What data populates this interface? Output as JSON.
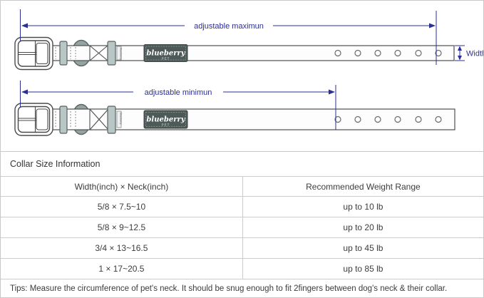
{
  "diagram": {
    "max_label": "adjustable maximun",
    "min_label": "adjustable minimun",
    "width_label": "Width",
    "brand": {
      "name": "blueberry",
      "sub": "PET"
    },
    "tag_text": "blueberry",
    "colors": {
      "annotation": "#2b2f94",
      "outline": "#4f4f4f",
      "keeper": "#b9c6c6",
      "d_ring": "#95a3a3",
      "label_bg": "#4d5a58"
    }
  },
  "table": {
    "title": "Collar Size Information",
    "columns": [
      "Width(inch) × Neck(inch)",
      "Recommended Weight Range"
    ],
    "rows": [
      {
        "size": "5/8 × 7.5~10",
        "weight": "up to 10 lb"
      },
      {
        "size": "5/8 × 9~12.5",
        "weight": "up to 20 lb"
      },
      {
        "size": "3/4 × 13~16.5",
        "weight": "up to 45 lb"
      },
      {
        "size": "1 × 17~20.5",
        "weight": "up to 85 lb"
      }
    ],
    "tips": "Tips: Measure the circumference of pet's neck. It should be snug enough to fit 2fingers between dog's neck & their collar."
  }
}
